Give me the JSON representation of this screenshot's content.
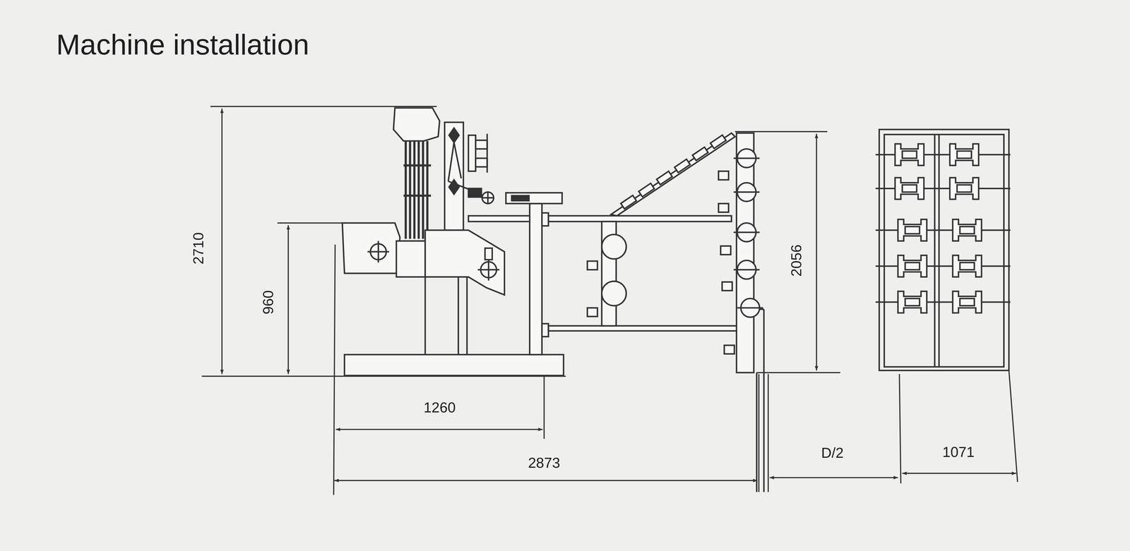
{
  "diagram": {
    "title": "Machine installation",
    "labels": [
      "2710",
      "960",
      "2056",
      "1260",
      "2873",
      "D/2",
      "1071"
    ]
  }
}
